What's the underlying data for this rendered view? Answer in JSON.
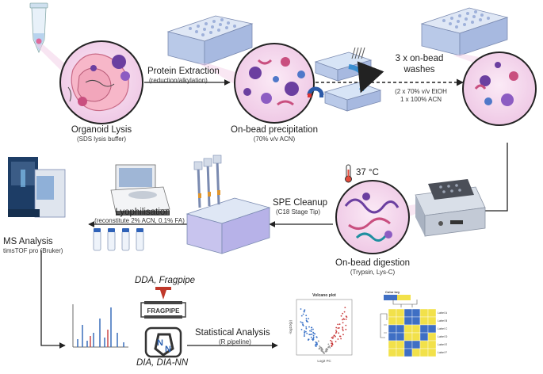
{
  "labels": {
    "organoid_lysis": "Organoid Lysis",
    "organoid_lysis_sub": "(SDS lysis buffer)",
    "protein_extraction": "Protein Extraction",
    "protein_extraction_sub": "(reduction/alkylation)",
    "precipitation": "On-bead precipitation",
    "precipitation_sub": "(70% v/v ACN)",
    "washes_1": "3 x on-bead",
    "washes_2": "washes",
    "washes_sub_1": "(2 x 70% v/v EtOH",
    "washes_sub_2": "1 x 100% ACN",
    "temperature": "37 °C",
    "spe": "SPE Cleanup",
    "spe_sub": "(C18 Stage Tip)",
    "lyophilisation": "Lyophilisation",
    "lyophilisation_sub": "(reconstitute 2% ACN, 0.1% FA)",
    "ms": "MS Analysis",
    "ms_sub": "timsTOF pro (Bruker)",
    "digestion": "On-bead digestion",
    "digestion_sub": "(Trypsin, Lys-C)",
    "dda": "DDA, Fragpipe",
    "fragpipe_logo": "FRAGPIPE",
    "dia": "DIA, DIA-NN",
    "stats": "Statistical Analysis",
    "stats_sub": "(R pipeline)",
    "volcano_title": "Volcano plot",
    "volcano_x": "Log2 FC",
    "volcano_y": "-log10(p)",
    "heatmap_key": "Color key"
  },
  "heatmap_row_labels": [
    "Label A",
    "Label B",
    "Label C",
    "Label D",
    "Label E",
    "Label F"
  ],
  "colors": {
    "arrow": "#222222",
    "circle_fill": "#f6dcef",
    "circle_stroke": "#222222",
    "protein_purple": "#6b3fa0",
    "protein_pink": "#d65b8f",
    "plate_blue": "#b9c9e8",
    "heat_yellow": "#f2e14a",
    "heat_blue": "#3f6fc4",
    "volcano_blue": "#3b73c8",
    "volcano_red": "#c83a3a"
  }
}
